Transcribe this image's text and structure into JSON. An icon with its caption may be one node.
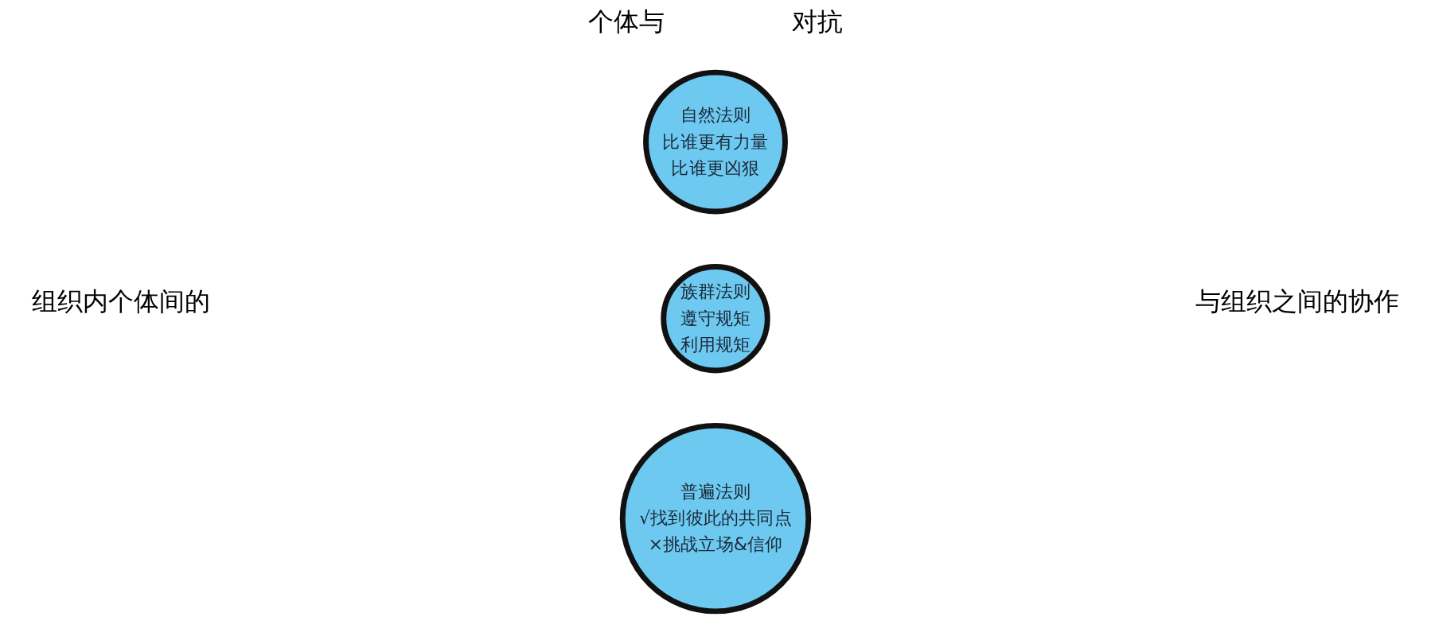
{
  "diagram": {
    "nodes": [
      {
        "text": [
          "自然法则",
          "比谁更有力量",
          "比谁更凶狠"
        ]
      },
      {
        "text": [
          "族群法则",
          "遵守规矩",
          "利用规矩"
        ]
      },
      {
        "text": [
          "普遍法则",
          "√找到彼此的共同点",
          "×挑战立场&信仰"
        ]
      }
    ],
    "edges": [],
    "labels": [
      "个体与",
      "对抗",
      "组织内个体间的",
      "与组织之间的协作"
    ]
  }
}
